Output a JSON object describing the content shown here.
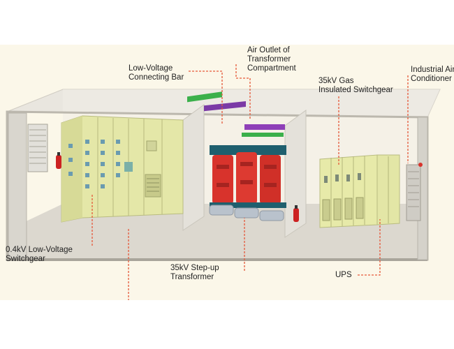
{
  "labels": {
    "low_voltage_bar": "Low-Voltage\nConnecting Bar",
    "air_outlet": "Air Outlet of\nTransformer\nCompartment",
    "gas_switchgear": "35kV Gas\nInsulated Switchgear",
    "air_conditioner": "Industrial Air\nConditioner",
    "lv_switchgear": "0.4kV Low-Voltage\nSwitchgear",
    "step_up_transformer": "35kV Step-up\nTransformer",
    "ups": "UPS"
  },
  "colors": {
    "leader": "#e5583a",
    "cabinet": "#eef0b8",
    "transformer": "#d8332c",
    "container": "#e6e3db",
    "busbar_purple": "#7b3aa6",
    "busbar_green": "#3bb04b",
    "extinguisher": "#cc2222"
  }
}
